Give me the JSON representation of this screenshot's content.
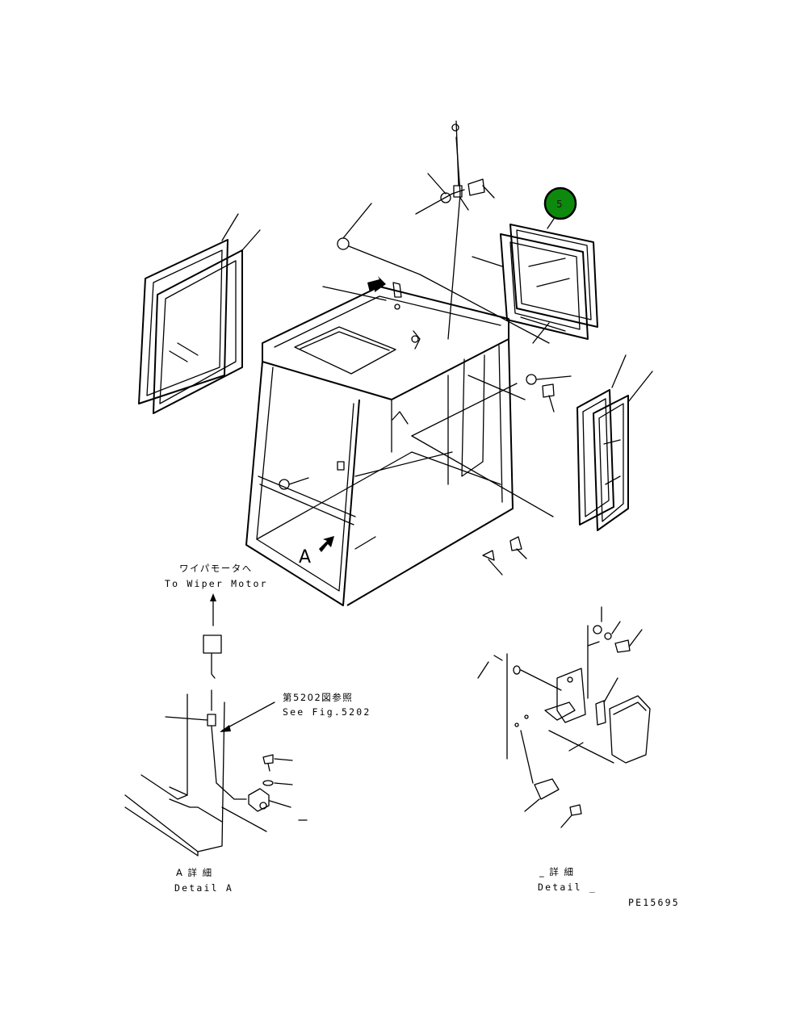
{
  "diagram": {
    "callout": {
      "number": "5",
      "fill": "#0d8a0d",
      "stroke": "#000000"
    },
    "view_letter": "A",
    "wiper_label_jp": "ワイパモータへ",
    "wiper_label_en": "To Wiper Motor",
    "see_fig_jp": "第5202図参照",
    "see_fig_en": "See Fig.5202",
    "detail_a_jp": "A 詳 細",
    "detail_a_en": "Detail A",
    "detail_b_jp": "_ 詳 細",
    "detail_b_en": "Detail _",
    "drawing_number": "PE15695"
  }
}
